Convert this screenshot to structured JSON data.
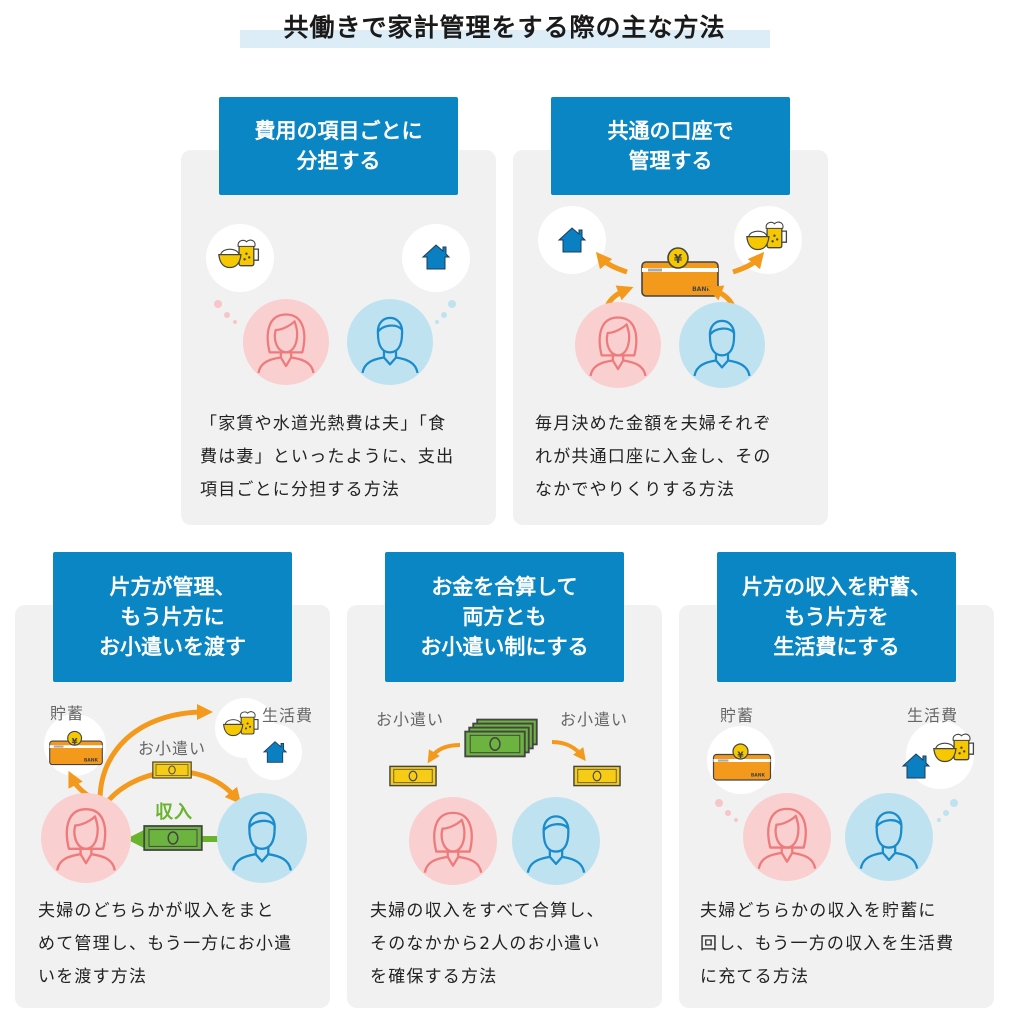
{
  "title": "共働きで家計管理をする際の主な方法",
  "colors": {
    "header_blue": "#0a86c4",
    "card_gray": "#f1f1f1",
    "arrow_orange": "#f39a1d",
    "arrow_green": "#6ab42d",
    "woman_pink": "#f9cfd0",
    "man_blue": "#bfe2f1"
  },
  "cards": [
    {
      "header": [
        "費用の項目ごとに",
        "分担する"
      ],
      "description": [
        "「家賃や水道光熱費は夫」「食",
        "費は妻」といったように、支出",
        "項目ごとに分担する方法"
      ]
    },
    {
      "header": [
        "共通の口座で",
        "管理する"
      ],
      "description": [
        "毎月決めた金額を夫婦それぞ",
        "れが共通口座に入金し、その",
        "なかでやりくりする方法"
      ]
    },
    {
      "header": [
        "片方が管理、",
        "もう片方に",
        "お小遣いを渡す"
      ],
      "labels": {
        "savings": "貯蓄",
        "living": "生活費",
        "allowance": "お小遣い",
        "income": "収入"
      },
      "description": [
        "夫婦のどちらかが収入をまと",
        "めて管理し、もう一方にお小遣",
        "いを渡す方法"
      ]
    },
    {
      "header": [
        "お金を合算して",
        "両方とも",
        "お小遣い制にする"
      ],
      "labels": {
        "allowance_left": "お小遣い",
        "allowance_right": "お小遣い"
      },
      "description": [
        "夫婦の収入をすべて合算し、",
        "そのなかから2人のお小遣い",
        "を確保する方法"
      ]
    },
    {
      "header": [
        "片方の収入を貯蓄、",
        "もう片方を",
        "生活費にする"
      ],
      "labels": {
        "savings": "貯蓄",
        "living": "生活費"
      },
      "description": [
        "夫婦どちらかの収入を貯蓄に",
        "回し、もう一方の収入を生活費",
        "に充てる方法"
      ]
    }
  ],
  "bank_card_text": "BANK",
  "yen_symbol": "¥"
}
